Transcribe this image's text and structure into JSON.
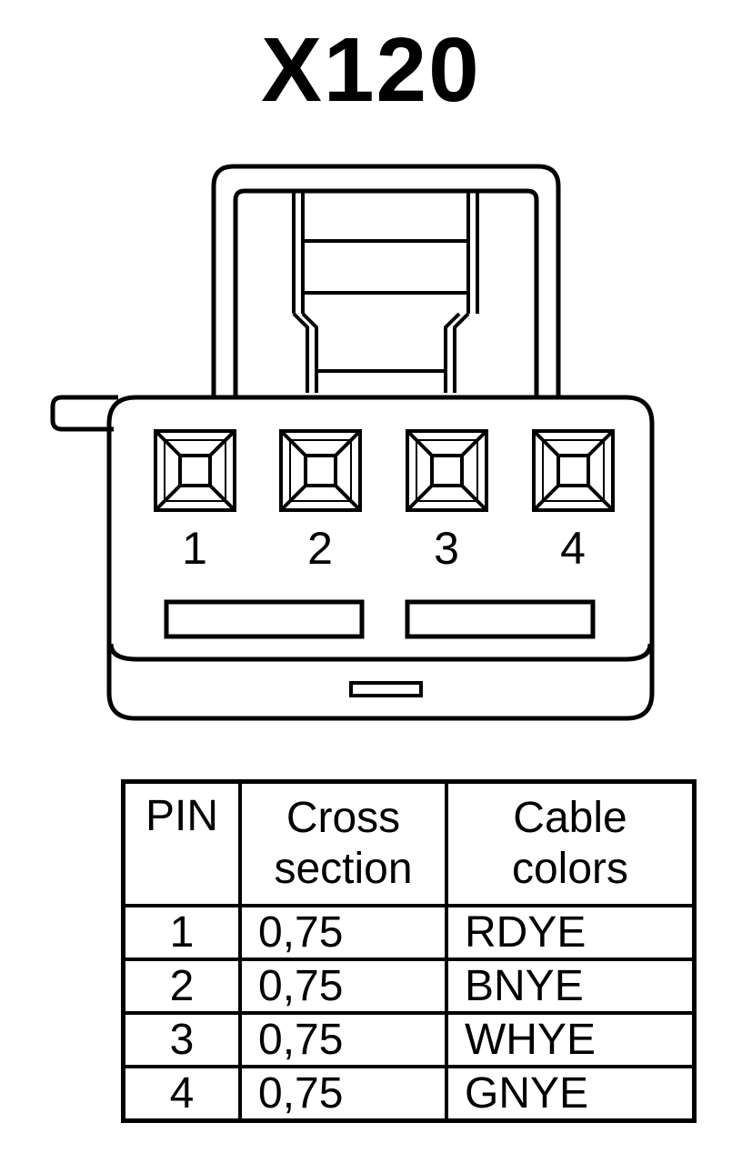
{
  "title": "X120",
  "connector": {
    "pins": [
      {
        "label": "1"
      },
      {
        "label": "2"
      },
      {
        "label": "3"
      },
      {
        "label": "4"
      }
    ]
  },
  "table": {
    "headers": {
      "pin": "PIN",
      "cross_section": [
        "Cross",
        "section"
      ],
      "cable_colors": [
        "Cable",
        "colors"
      ]
    },
    "rows": [
      {
        "pin": "1",
        "cross_section": "0,75",
        "cable_color": "RDYE"
      },
      {
        "pin": "2",
        "cross_section": "0,75",
        "cable_color": "BNYE"
      },
      {
        "pin": "3",
        "cross_section": "0,75",
        "cable_color": "WHYE"
      },
      {
        "pin": "4",
        "cross_section": "0,75",
        "cable_color": "GNYE"
      }
    ]
  }
}
